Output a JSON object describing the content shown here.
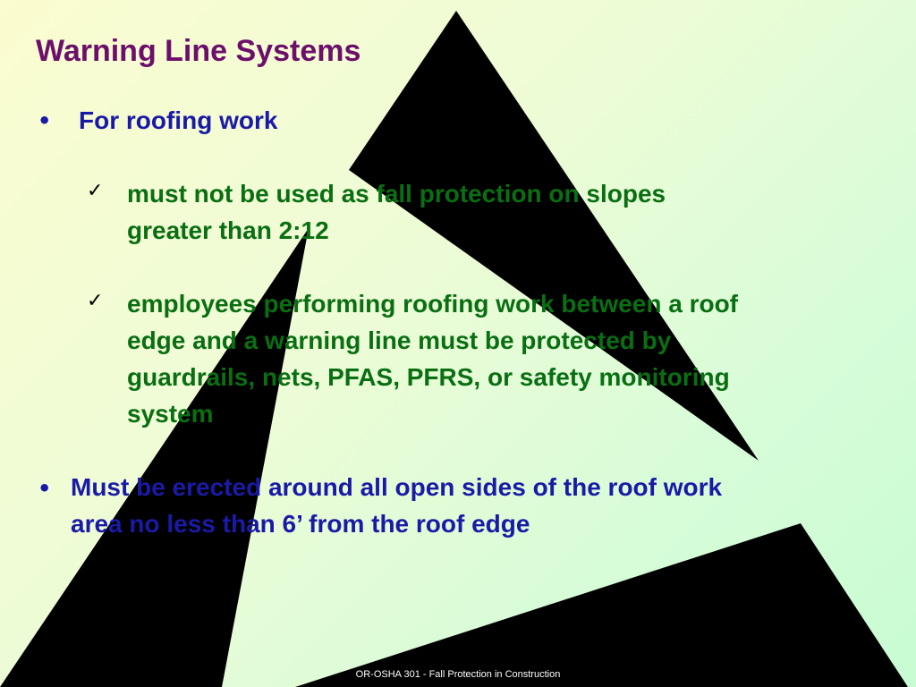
{
  "title": "Warning Line Systems",
  "bullets": {
    "b1": "For roofing work",
    "b1_sub1": {
      "line1": "must not be used as fall protection on slopes",
      "line2": "greater than 2:12"
    },
    "b1_sub2": {
      "line1": "employees performing roofing work between a roof",
      "line2": "edge and a warning line must be protected by",
      "line3": "guardrails, nets, PFAS, PFRS, or safety monitoring",
      "line4": "system"
    },
    "b2": {
      "line1": "Must be erected around all open sides of the roof work",
      "line2": "area no less than 6’ from the roof edge"
    }
  },
  "symbols": {
    "bullet": "•",
    "check": "✓"
  },
  "footer": "OR-OSHA 301 - Fall Protection in Construction",
  "colors": {
    "title": "#6b0f6b",
    "bullet_text": "#1a1aa6",
    "sub_text": "#0a6e12",
    "shapes": "#000000"
  }
}
